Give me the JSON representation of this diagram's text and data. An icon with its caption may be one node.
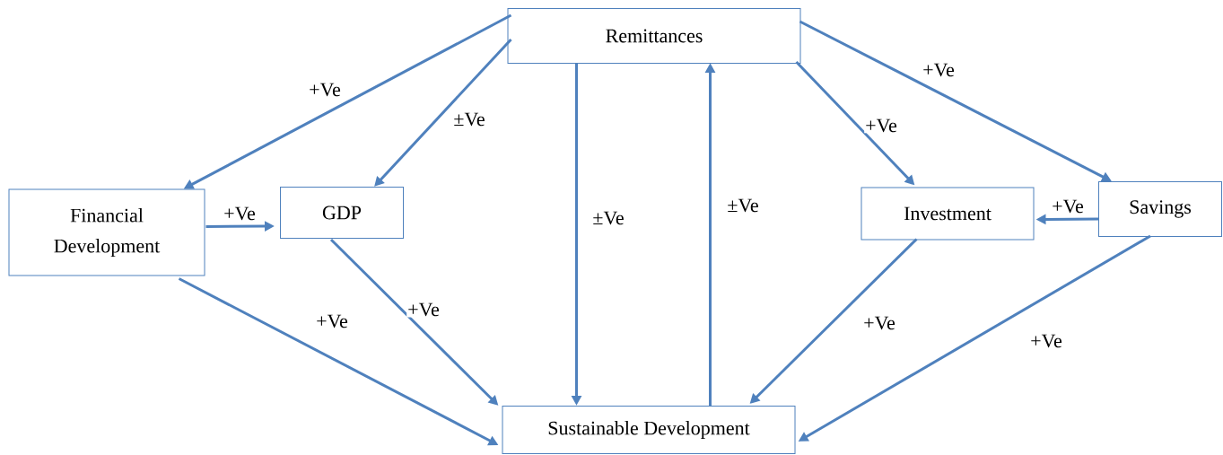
{
  "diagram": {
    "nodes": [
      {
        "text": [
          "Remittances"
        ]
      },
      {
        "text": [
          "Financial Development"
        ]
      },
      {
        "text": [
          "GDP"
        ]
      },
      {
        "text": [
          "Investment"
        ]
      },
      {
        "text": [
          "Savings"
        ]
      },
      {
        "text": [
          "Sustainable Development"
        ]
      }
    ],
    "edges": [
      {
        "from": 0,
        "to": 1,
        "arrow": "to",
        "label": "+Ve"
      },
      {
        "from": 0,
        "to": 2,
        "arrow": "to",
        "label": "±Ve"
      },
      {
        "from": 0,
        "to": 5,
        "arrow": "to",
        "label": "±Ve"
      },
      {
        "from": 5,
        "to": 0,
        "arrow": "to",
        "label": "±Ve"
      },
      {
        "from": 0,
        "to": 3,
        "arrow": "to",
        "label": "+Ve"
      },
      {
        "from": 0,
        "to": 4,
        "arrow": "to",
        "label": "+Ve"
      },
      {
        "from": 1,
        "to": 2,
        "arrow": "to",
        "label": "+Ve"
      },
      {
        "from": 4,
        "to": 3,
        "arrow": "to",
        "label": "+Ve"
      },
      {
        "from": 1,
        "to": 5,
        "arrow": "to",
        "label": "+Ve"
      },
      {
        "from": 2,
        "to": 5,
        "arrow": "to",
        "label": "+Ve"
      },
      {
        "from": 3,
        "to": 5,
        "arrow": "to",
        "label": "+Ve"
      },
      {
        "from": 4,
        "to": 5,
        "arrow": "to",
        "label": "+Ve"
      }
    ]
  }
}
